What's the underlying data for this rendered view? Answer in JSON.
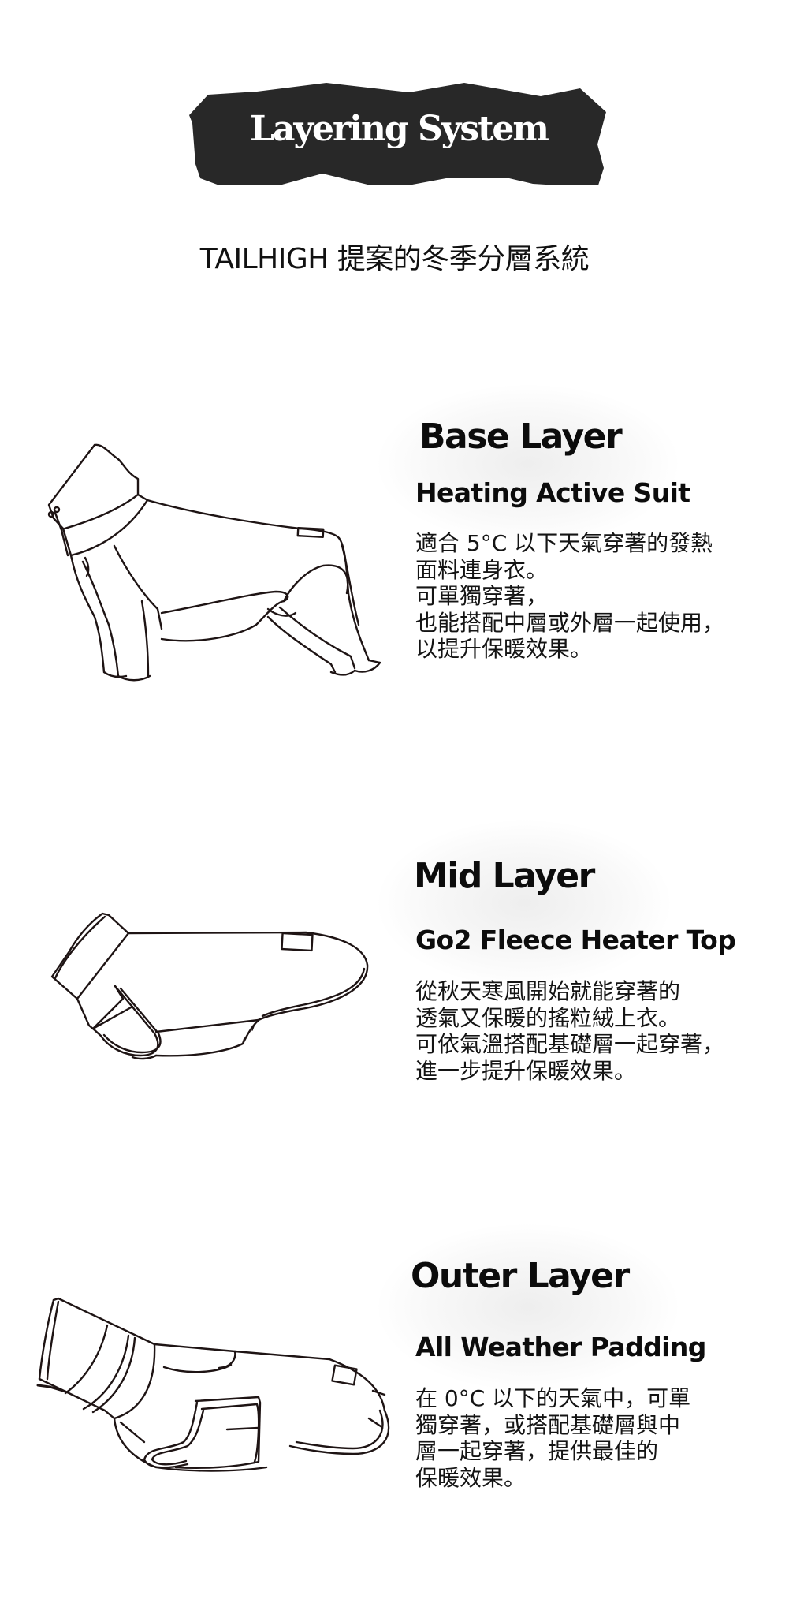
{
  "header": {
    "banner_title": "Layering System",
    "banner_color": "#282828",
    "subtitle": "TAILHIGH 提案的冬季分層系統"
  },
  "layers": [
    {
      "title": "Base Layer",
      "product": "Heating Active Suit",
      "illustration": "heating-active-suit-illustration",
      "description": [
        "適合 5°C 以下天氣穿著的發熱",
        "面料連身衣。",
        "可單獨穿著，",
        "也能搭配中層或外層一起使用，",
        "以提升保暖效果。"
      ]
    },
    {
      "title": "Mid Layer",
      "product": "Go2 Fleece Heater Top",
      "illustration": "fleece-heater-top-illustration",
      "description": [
        "從秋天寒風開始就能穿著的",
        "透氣又保暖的搖粒絨上衣。",
        "可依氣溫搭配基礎層一起穿著，",
        "進一步提升保暖效果。"
      ]
    },
    {
      "title": "Outer Layer",
      "product": "All Weather Padding",
      "illustration": "all-weather-padding-illustration",
      "description": [
        "在 0°C 以下的天氣中，可單",
        "獨穿著，或搭配基礎層與中",
        "層一起穿著，提供最佳的",
        "保暖效果。"
      ]
    }
  ]
}
